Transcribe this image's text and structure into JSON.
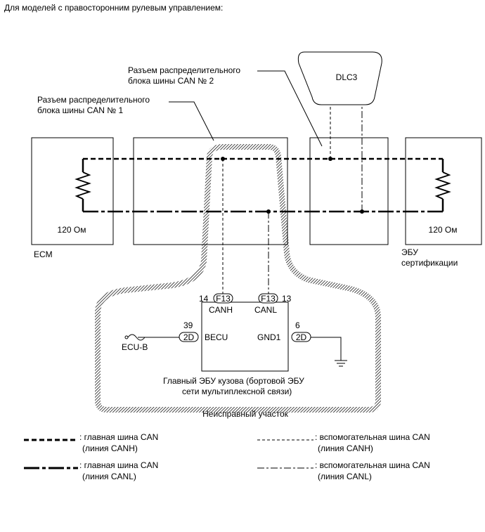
{
  "header": "Для моделей с правосторонним рулевым управлением:",
  "dlc3": "DLC3",
  "connector2": [
    "Разъем распределительного",
    "блока шины CAN № 2"
  ],
  "connector1": [
    "Разъем распределительного",
    "блока шины CAN № 1"
  ],
  "ecm": {
    "resistance": "120 Ом",
    "name": "ECM"
  },
  "cert_ecu": {
    "resistance": "120 Ом",
    "name": [
      "ЭБУ",
      "сертификации"
    ]
  },
  "pins": {
    "canh": {
      "connector": "F13",
      "number": "14",
      "signal": "CANH"
    },
    "canl": {
      "connector": "F13",
      "number": "13",
      "signal": "CANL"
    },
    "becu": {
      "connector": "2D",
      "number": "39",
      "signal": "BECU"
    },
    "gnd1": {
      "connector": "2D",
      "number": "6",
      "signal": "GND1"
    }
  },
  "fuse": "ECU-B",
  "body_ecu": [
    "Главный ЭБУ кузова (бортовой ЭБУ",
    "сети мультиплексной связи)"
  ],
  "faulty_area": "Неисправный участок",
  "legend": [
    {
      "line1": ": главная шина CAN",
      "line2": "(линия CANH)"
    },
    {
      "line1": ": главная шина CAN",
      "line2": "(линия CANL)"
    },
    {
      "line1": ": вспомогательная шина CAN",
      "line2": "(линия CANH)"
    },
    {
      "line1": ": вспомогательная шина CAN",
      "line2": "(линия CANL)"
    }
  ]
}
